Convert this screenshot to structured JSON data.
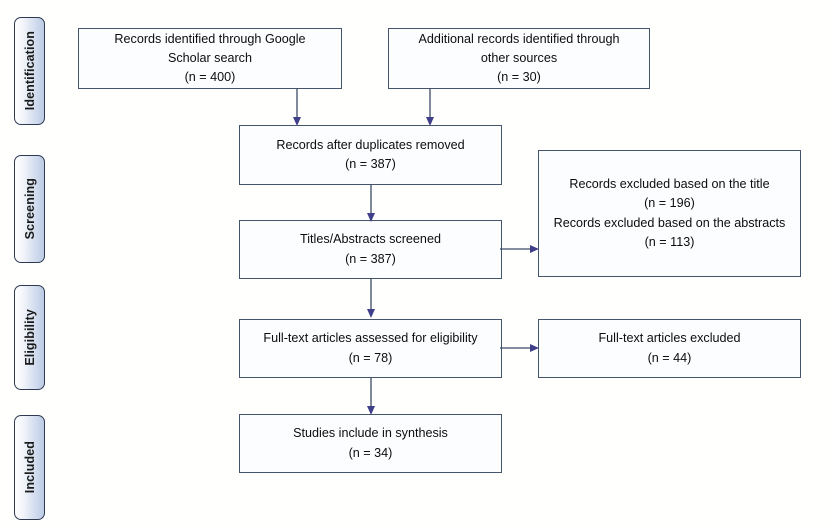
{
  "diagram": {
    "type": "prisma-flow-diagram",
    "stages": [
      {
        "id": "identification",
        "label": "Identification"
      },
      {
        "id": "screening",
        "label": "Screening"
      },
      {
        "id": "eligibility",
        "label": "Eligibility"
      },
      {
        "id": "included",
        "label": "Included"
      }
    ],
    "boxes": [
      {
        "id": "records-identified",
        "text": "Records identified through Google\nScholar search\n(n = 400)",
        "count": 400
      },
      {
        "id": "additional-records",
        "text": "Additional records identified through\nother sources\n(n = 30)",
        "count": 30
      },
      {
        "id": "duplicates-removed",
        "text": "Records after duplicates removed\n(n = 387)",
        "count": 387
      },
      {
        "id": "titles-abstracts-screened",
        "text": "Titles/Abstracts screened\n(n = 387)",
        "count": 387
      },
      {
        "id": "records-excluded",
        "text": "Records excluded based on the title\n(n = 196)\nRecords excluded based on the abstracts\n(n = 113)",
        "count_title": 196,
        "count_abstracts": 113
      },
      {
        "id": "fulltext-assessed",
        "text": "Full-text articles assessed for eligibility\n(n = 78)",
        "count": 78
      },
      {
        "id": "fulltext-excluded",
        "text": "Full-text articles excluded\n(n = 44)",
        "count": 44
      },
      {
        "id": "studies-included",
        "text": "Studies include in synthesis\n(n = 34)",
        "count": 34
      }
    ],
    "colors": {
      "box_border": "#44546a",
      "box_fill": "#fbfdff",
      "arrow": "#3b4a66",
      "arrow_head": "#3f3f8a",
      "tab_border": "#2f3b52",
      "background": "#fffffd"
    }
  }
}
